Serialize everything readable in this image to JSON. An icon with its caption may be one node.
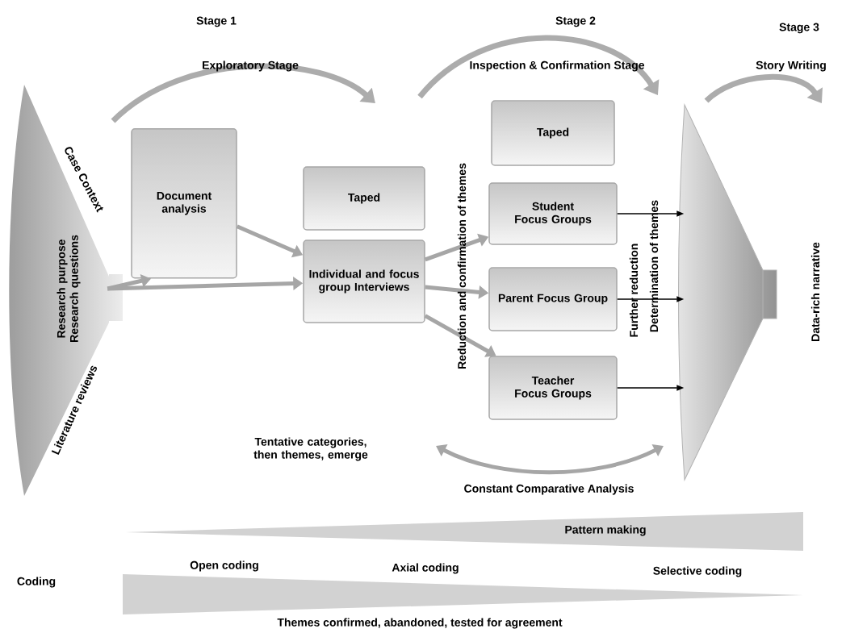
{
  "diagram": {
    "nodes": [
      {
        "text": [
          "Research purpose Research questions"
        ],
        "beside": [
          "Case Context",
          "Literature reviews"
        ]
      },
      {
        "text": [
          "Document analysis"
        ]
      },
      {
        "text": [
          "Taped"
        ]
      },
      {
        "text": [
          "Individual and focus group Interviews"
        ]
      },
      {
        "text": [
          "Taped"
        ]
      },
      {
        "text": [
          "Student Focus Groups"
        ]
      },
      {
        "text": [
          "Parent Focus Group"
        ]
      },
      {
        "text": [
          "Teacher  Focus Groups"
        ]
      },
      {
        "text": [],
        "shape": "funnel",
        "beside": [
          "Data-rich narrative"
        ]
      }
    ],
    "edges": [
      {
        "from": 0,
        "to": 1,
        "arrow": "to"
      },
      {
        "from": 0,
        "to": 3,
        "arrow": "to"
      },
      {
        "from": 1,
        "to": 3,
        "arrow": "to"
      },
      {
        "from": 3,
        "to": 5,
        "arrow": "to"
      },
      {
        "from": 3,
        "to": 6,
        "arrow": "to"
      },
      {
        "from": 3,
        "to": 7,
        "arrow": "to"
      },
      {
        "from": 5,
        "to": 8,
        "arrow": "to",
        "color": "#000000"
      },
      {
        "from": 6,
        "to": 8,
        "arrow": "to",
        "color": "#000000"
      },
      {
        "from": 7,
        "to": 8,
        "arrow": "to",
        "color": "#000000"
      }
    ],
    "labels": [
      "Stage 1",
      "Stage 2",
      "Stage 3",
      "Exploratory Stage",
      "Inspection & Confirmation Stage",
      "Story Writing",
      "Reduction and confirmation of themes",
      "Further reduction",
      "Determination of themes",
      "Tentative categories, then themes, emerge",
      "Constant Comparative Analysis",
      "Pattern making",
      "Coding",
      "Open coding",
      "Axial coding",
      "Selective coding",
      "Themes confirmed, abandoned, tested for agreement"
    ]
  }
}
